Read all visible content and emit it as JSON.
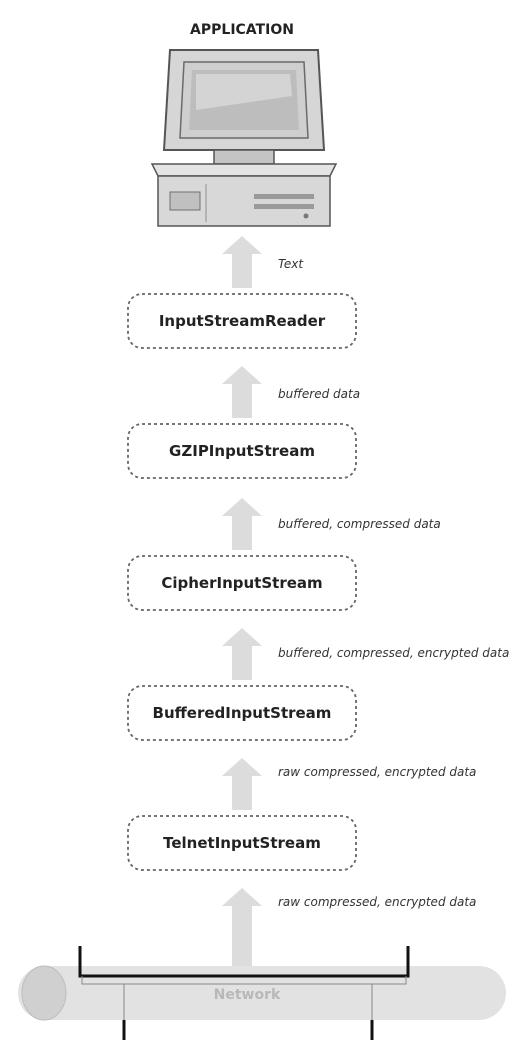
{
  "title": "APPLICATION",
  "nodes": [
    {
      "id": "reader",
      "label": "InputStreamReader"
    },
    {
      "id": "gzip",
      "label": "GZIPInputStream"
    },
    {
      "id": "cipher",
      "label": "CipherInputStream"
    },
    {
      "id": "buffered",
      "label": "BufferedInputStream"
    },
    {
      "id": "telnet",
      "label": "TelnetInputStream"
    }
  ],
  "edges": [
    {
      "label": "Text"
    },
    {
      "label": "buffered data"
    },
    {
      "label": "buffered, compressed data"
    },
    {
      "label": "buffered, compressed, encrypted data"
    },
    {
      "label": "raw compressed, encrypted data"
    },
    {
      "label": "raw compressed, encrypted data"
    }
  ],
  "network": {
    "label": "Network"
  },
  "colors": {
    "arrow": "#dcdcdc",
    "box_border": "#666666",
    "pipe": "#e2e2e2",
    "pipe_end": "#d0d0d0"
  }
}
